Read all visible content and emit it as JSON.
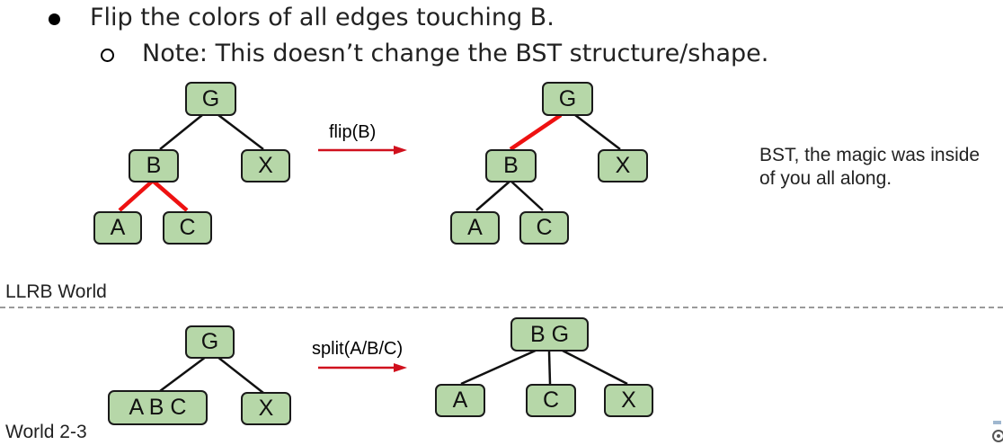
{
  "bullets": {
    "main": "Flip the colors of all edges touching B.",
    "note": "Note: This doesn’t change the BST structure/shape."
  },
  "llrb": {
    "label": "LLRB World",
    "before": {
      "root": "G",
      "left": "B",
      "right": "X",
      "left_left": "A",
      "left_right": "C"
    },
    "operation": "flip(B)",
    "after": {
      "root": "G",
      "left": "B",
      "right": "X",
      "left_left": "A",
      "left_right": "C"
    },
    "side_text": {
      "line1": "BST, the magic was inside",
      "line2": "of you all along."
    }
  },
  "world23": {
    "label": "World 2-3",
    "before": {
      "root": "G",
      "left": "A B C",
      "right": "X"
    },
    "operation": "split(A/B/C)",
    "after": {
      "root": "B G",
      "left": "A",
      "middle": "C",
      "right": "X"
    }
  },
  "colors": {
    "node_fill": "#b6d7a8",
    "red_link": "#ee1111",
    "arrow": "#d0101d",
    "divider": "#9a9a9a"
  },
  "icons": {
    "corner": "slide-corner-icon"
  }
}
